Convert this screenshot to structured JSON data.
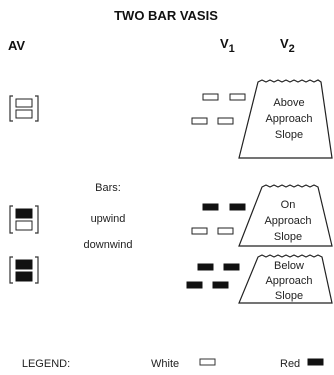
{
  "title": "TWO BAR VASIS",
  "headers": {
    "av": "AV",
    "v1_letter": "V",
    "v1_sub": "1",
    "v2_letter": "V",
    "v2_sub": "2"
  },
  "bars_note": {
    "title": "Bars:",
    "upwind": "upwind",
    "downwind": "downwind"
  },
  "rows": [
    {
      "av_bars": [
        "white",
        "white"
      ],
      "v1_upwind": "white",
      "v1_downwind": "white",
      "v2_label": [
        "Above",
        "Approach",
        "Slope"
      ]
    },
    {
      "av_bars": [
        "red",
        "white"
      ],
      "v1_upwind": "red",
      "v1_downwind": "white",
      "v2_label": [
        "On",
        "Approach",
        "Slope"
      ]
    },
    {
      "av_bars": [
        "red",
        "red"
      ],
      "v1_upwind": "red",
      "v1_downwind": "red",
      "v2_label": [
        "Below",
        "Approach",
        "Slope"
      ]
    }
  ],
  "legend": {
    "label": "LEGEND:",
    "white_label": "White",
    "red_label": "Red"
  },
  "colors": {
    "white_bar": "#ffffff",
    "red_bar": "#111111",
    "outline": "#222222"
  }
}
